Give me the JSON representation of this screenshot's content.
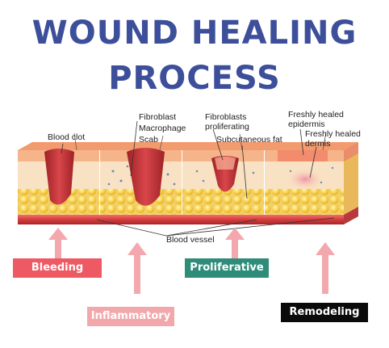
{
  "title": {
    "line1": "WOUND HEALING",
    "line2": "PROCESS"
  },
  "labels": {
    "blood_clot": "Blood clot",
    "fibroblast": "Fibroblast",
    "macrophage": "Macrophage",
    "scab": "Scab",
    "fibroblasts_proliferating_1": "Fibroblasts",
    "fibroblasts_proliferating_2": "proliferating",
    "subcutaneous_fat": "Subcutaneous fat",
    "freshly_healed_epidermis_1": "Freshly healed",
    "freshly_healed_epidermis_2": "epidermis",
    "freshly_healed_dermis_1": "Freshly healed",
    "freshly_healed_dermis_2": "dermis",
    "blood_vessel": "Blood vessel"
  },
  "stages": [
    {
      "label": "Bleeding",
      "color": "#ee5a63"
    },
    {
      "label": "Inflammatory",
      "color": "#f2a7ab"
    },
    {
      "label": "Proliferative",
      "color": "#2f8c78"
    },
    {
      "label": "Remodeling",
      "color": "#0a0a0a"
    }
  ],
  "colors": {
    "title": "#3d4f9a",
    "arrow": "#f3a8ad",
    "epidermis": "#f6b48a",
    "dermis": "#f8e2c3",
    "fat": "#f5c542",
    "vessel": "#d63b3b",
    "wound": "#c8383a"
  }
}
